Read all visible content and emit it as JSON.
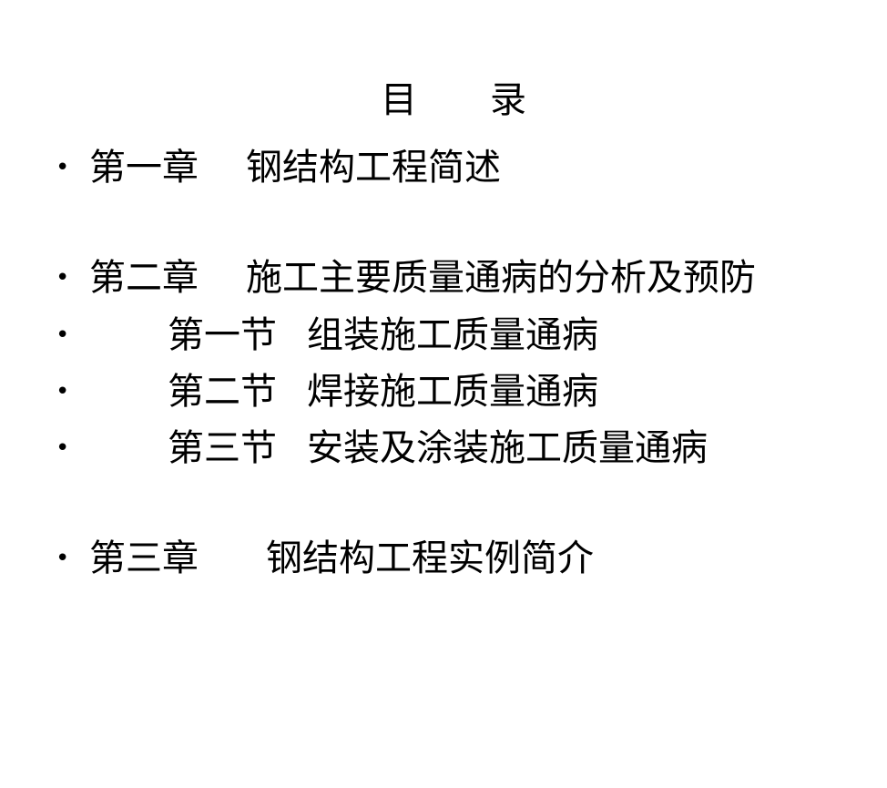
{
  "title": "目　　录",
  "items": [
    {
      "label": "第一章",
      "text": "钢结构工程简述"
    },
    {
      "label": "第二章",
      "text": "施工主要质量通病的分析及预防"
    },
    {
      "label": "第一节",
      "text": "组装施工质量通病"
    },
    {
      "label": "第二节",
      "text": "焊接施工质量通病"
    },
    {
      "label": "第三节",
      "text": "安装及涂装施工质量通病"
    },
    {
      "label": "第三章",
      "text": "钢结构工程实例简介"
    }
  ],
  "bullet_char": "•"
}
